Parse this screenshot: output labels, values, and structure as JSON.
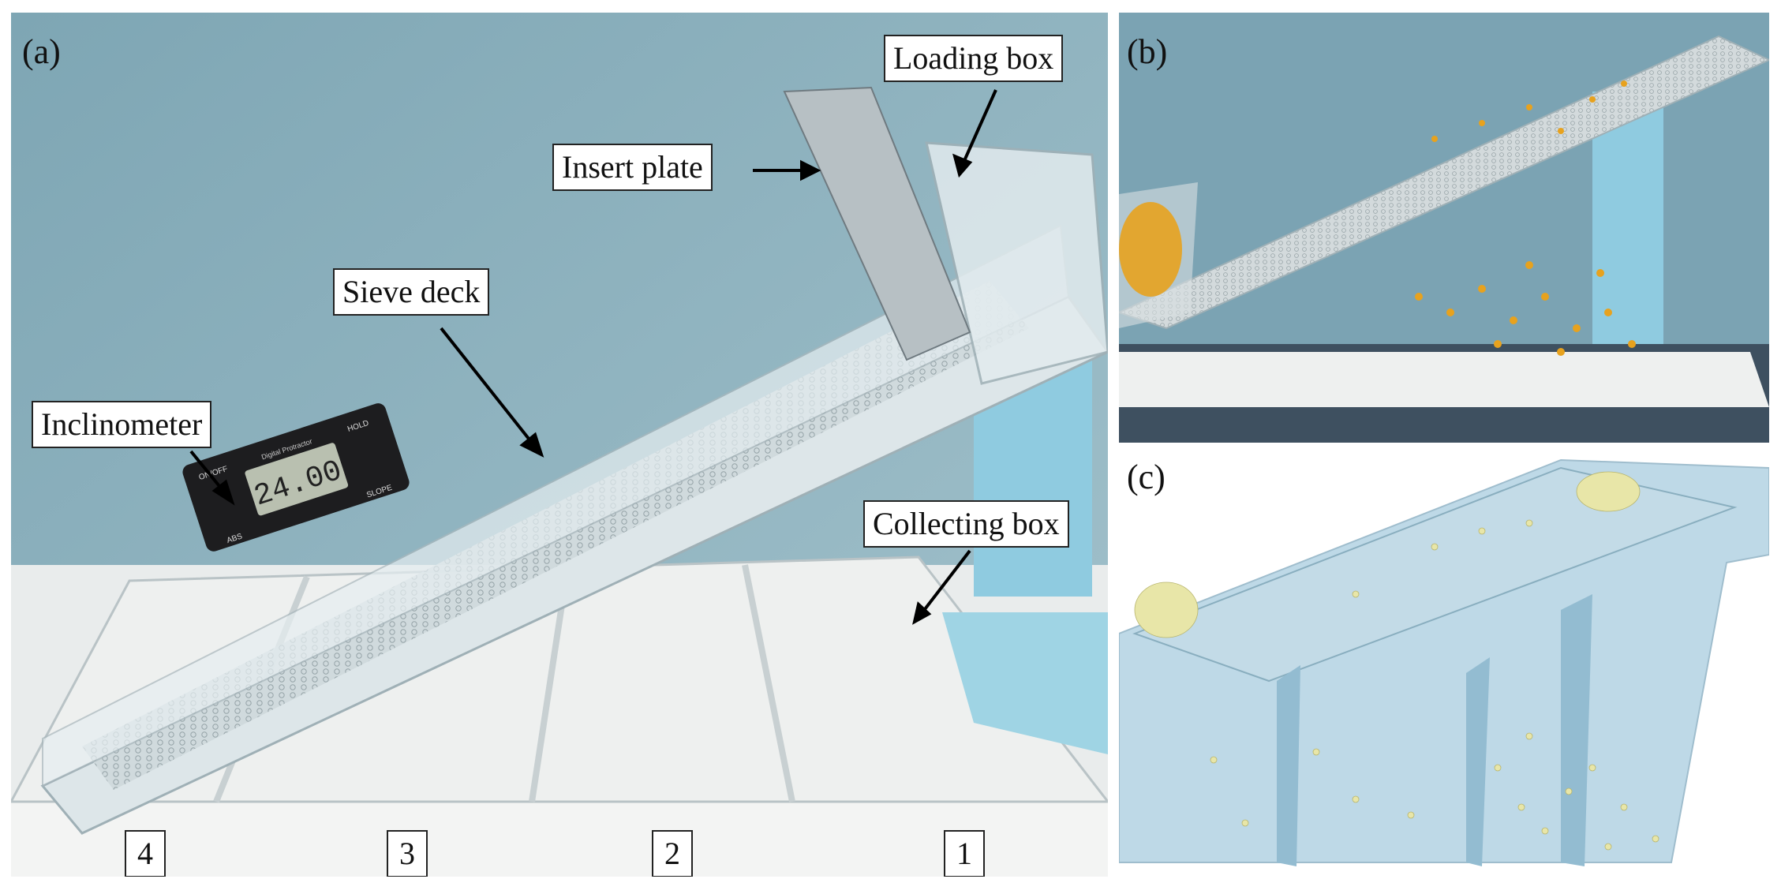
{
  "panels": {
    "a": {
      "letter": "(a)",
      "labels": {
        "loading_box": "Loading box",
        "insert_plate": "Insert plate",
        "sieve_deck": "Sieve deck",
        "inclinometer": "Inclinometer",
        "collecting_box": "Collecting box"
      },
      "compartments": [
        "4",
        "3",
        "2",
        "1"
      ],
      "inclinometer_reading": "24.00",
      "inclinometer_buttons": {
        "on_off": "ON/OFF",
        "hold": "HOLD",
        "abs": "ABS",
        "slope": "SLOPE"
      },
      "inclinometer_brand": "Digital Protractor"
    },
    "b": {
      "letter": "(b)"
    },
    "c": {
      "letter": "(c)"
    }
  },
  "colors": {
    "background_wall": "#8fb2bf",
    "acrylic": "#dfe8ec",
    "kernel": "#e7a21e",
    "sim_box": "#a9cde0",
    "sim_particle": "#e8e6a8"
  }
}
